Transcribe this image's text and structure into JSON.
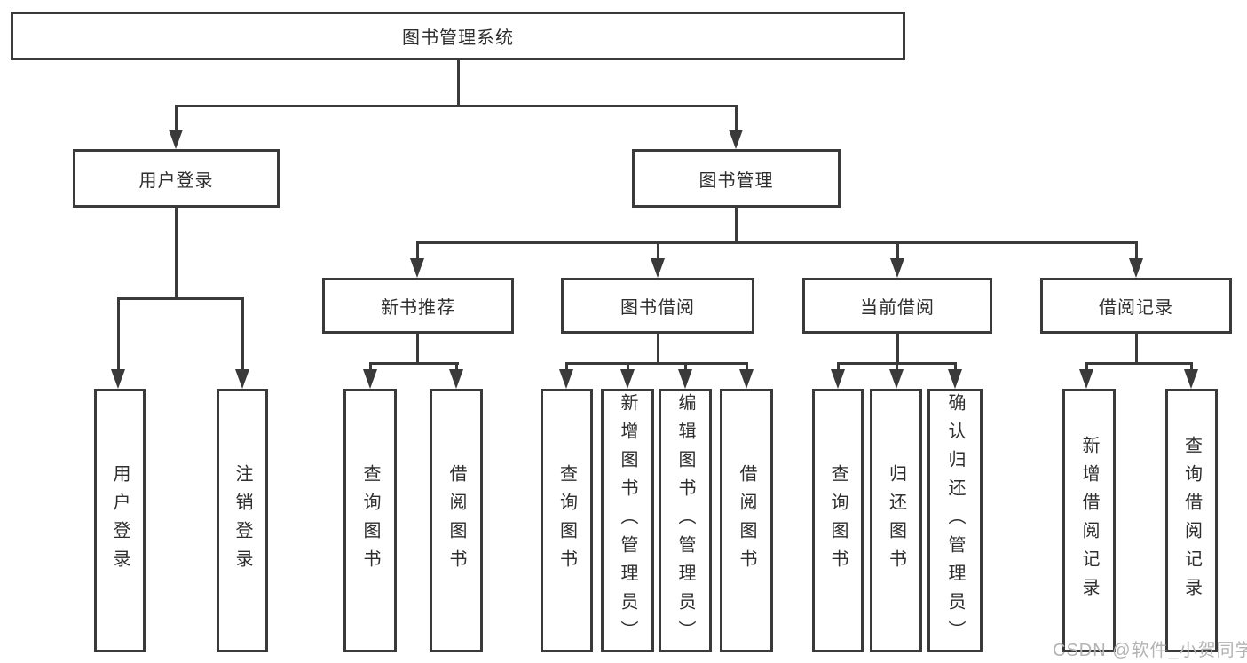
{
  "diagram": {
    "title": "图书管理系统",
    "level2": [
      {
        "id": "user-login",
        "label": "用户登录"
      },
      {
        "id": "book-management",
        "label": "图书管理"
      }
    ],
    "level3": [
      {
        "id": "new-book-recommend",
        "parent": "图书管理",
        "label": "新书推荐"
      },
      {
        "id": "book-borrow",
        "parent": "图书管理",
        "label": "图书借阅"
      },
      {
        "id": "current-borrow",
        "parent": "图书管理",
        "label": "当前借阅"
      },
      {
        "id": "borrow-records",
        "parent": "图书管理",
        "label": "借阅记录"
      }
    ],
    "leaves": [
      {
        "parent": "用户登录",
        "label": "用户登录"
      },
      {
        "parent": "用户登录",
        "label": "注销登录"
      },
      {
        "parent": "新书推荐",
        "label": "查询图书"
      },
      {
        "parent": "新书推荐",
        "label": "借阅图书"
      },
      {
        "parent": "图书借阅",
        "label": "查询图书"
      },
      {
        "parent": "图书借阅",
        "label": "新增图书（管理员）"
      },
      {
        "parent": "图书借阅",
        "label": "编辑图书（管理员）"
      },
      {
        "parent": "图书借阅",
        "label": "借阅图书"
      },
      {
        "parent": "当前借阅",
        "label": "查询图书"
      },
      {
        "parent": "当前借阅",
        "label": "归还图书"
      },
      {
        "parent": "当前借阅",
        "label": "确认归还（管理员）"
      },
      {
        "parent": "借阅记录",
        "label": "新增借阅记录"
      },
      {
        "parent": "借阅记录",
        "label": "查询借阅记录"
      }
    ]
  },
  "watermark": {
    "text": "CSDN @软件_小贺同学"
  },
  "colors": {
    "line": "#3a3a3a",
    "text": "#2e2e2e",
    "watermark": "#b3b3b3",
    "background": "#ffffff"
  }
}
